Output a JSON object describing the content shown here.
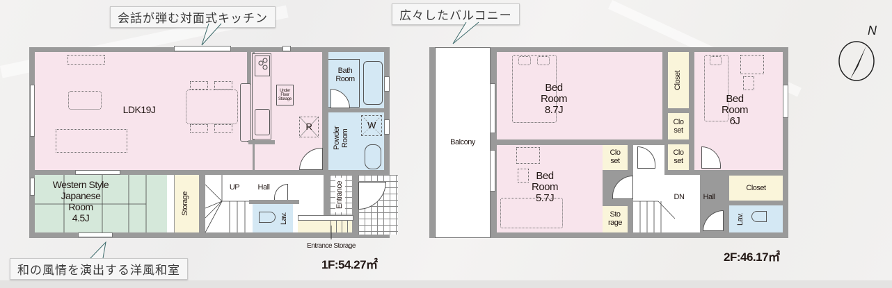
{
  "callouts": {
    "kitchen": "会話が弾む対面式キッチン",
    "balcony": "広々したバルコニー",
    "japanese_room": "和の風情を演出する洋風和室"
  },
  "floor1": {
    "area_label": "1F:54.27㎡",
    "rooms": {
      "ldk": "LDK19J",
      "under_floor_storage": [
        "Under",
        "Floor",
        "Storage"
      ],
      "refrigerator": "R",
      "bath_room": [
        "Bath",
        "Room"
      ],
      "powder_room": "Powder Room",
      "washer": "W",
      "western_japanese": [
        "Western Style",
        "Japanese",
        "Room",
        "4.5J"
      ],
      "storage": "Storage",
      "stairs_up": "UP",
      "hall": "Hall",
      "lavatory": "Lav.",
      "entrance": "Entrance",
      "entrance_storage": "Entrance Storage"
    }
  },
  "floor2": {
    "area_label": "2F:46.17㎡",
    "rooms": {
      "balcony": "Balcony",
      "bedroom_main": [
        "Bed",
        "Room",
        "8.7J"
      ],
      "closet_main": "Closet",
      "closet_mid1": [
        "Clo",
        "set"
      ],
      "bedroom_east": [
        "Bed",
        "Room",
        "6J"
      ],
      "bedroom_small": [
        "Bed",
        "Room",
        "5.7J"
      ],
      "closet_small": [
        "Clo",
        "set"
      ],
      "closet_mid2": [
        "Clo",
        "set"
      ],
      "storage": [
        "Sto",
        "rage"
      ],
      "stairs_down": "DN",
      "hall": "Hall",
      "closet_east": "Closet",
      "lavatory": "Lav."
    }
  },
  "compass": {
    "label": "N"
  },
  "colors": {
    "wall": "#9a9a9a",
    "living_pink": "#f8e4ec",
    "wet_blue": "#d4e8f4",
    "tatami_green": "#d5e8da",
    "storage_cream": "#faf5da",
    "callout_line": "#3d6b6b"
  }
}
